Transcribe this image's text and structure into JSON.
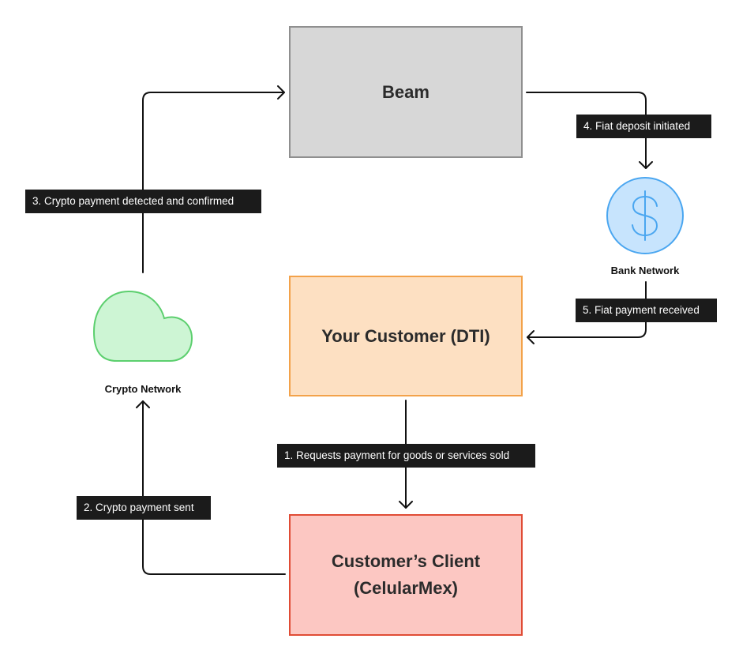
{
  "nodes": {
    "beam": "Beam",
    "customer": "Your Customer (DTI)",
    "client_line1": "Customer’s Client",
    "client_line2": "(CelularMex)",
    "crypto_network": "Crypto Network",
    "bank_network": "Bank Network"
  },
  "steps": {
    "step1": "1. Requests payment for goods or services sold",
    "step2": "2. Crypto payment sent",
    "step3": "3. Crypto payment detected and confirmed",
    "step4": "4. Fiat deposit initiated",
    "step5": "5. Fiat payment received"
  },
  "icons": {
    "crypto": "cloud-icon",
    "bank": "dollar-icon"
  },
  "colors": {
    "beam_fill": "#d7d7d7",
    "beam_border": "#8f8f8f",
    "customer_fill": "#fde0c2",
    "customer_border": "#f3a24a",
    "client_fill": "#fcc7c2",
    "client_border": "#e04c35",
    "cloud_fill": "#cdf5d4",
    "cloud_border": "#5ccf6e",
    "coin_fill": "#c7e4fd",
    "coin_border": "#4aa6f0",
    "label_bg": "#1b1b1b"
  }
}
